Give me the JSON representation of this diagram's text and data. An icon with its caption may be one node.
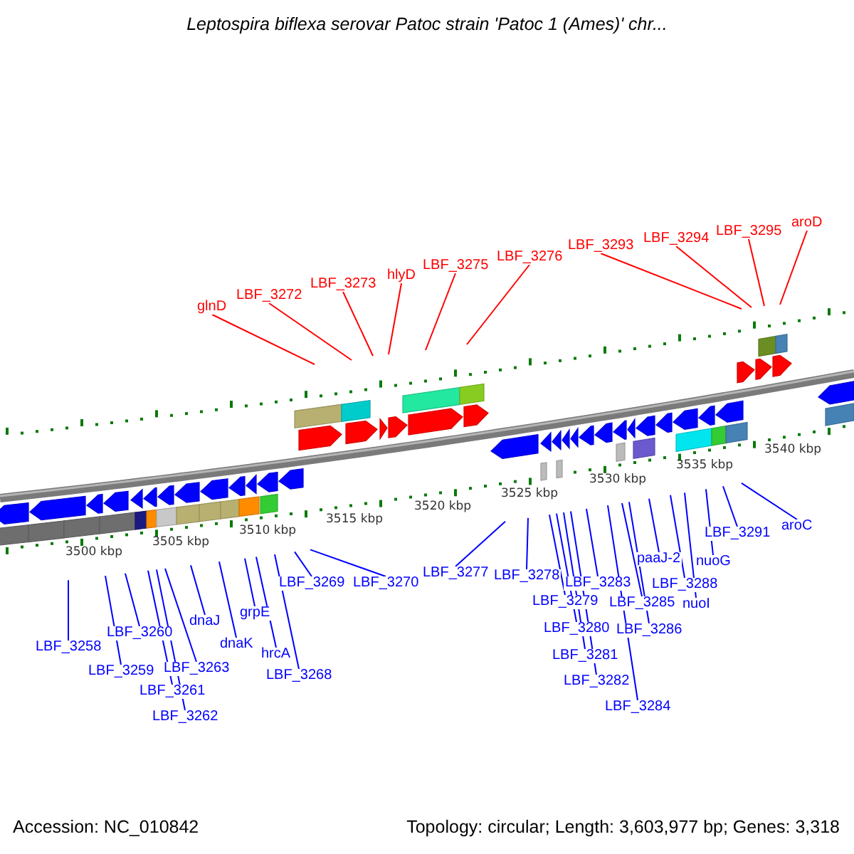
{
  "diagram": {
    "title": "Leptospira biflexa serovar Patoc strain 'Patoc 1 (Ames)' chr...",
    "nodes": [
      {
        "text": [
          "glnD"
        ]
      },
      {
        "text": [
          "LBF_3272"
        ]
      },
      {
        "text": [
          "LBF_3273"
        ]
      },
      {
        "text": [
          "hlyD"
        ]
      },
      {
        "text": [
          "LBF_3275"
        ]
      },
      {
        "text": [
          "LBF_3276"
        ]
      },
      {
        "text": [
          "LBF_3293"
        ]
      },
      {
        "text": [
          "LBF_3294"
        ]
      },
      {
        "text": [
          "LBF_3295"
        ]
      },
      {
        "text": [
          "aroD"
        ]
      },
      {
        "text": [
          "LBF_3258"
        ]
      },
      {
        "text": [
          "LBF_3259"
        ]
      },
      {
        "text": [
          "LBF_3260"
        ]
      },
      {
        "text": [
          "LBF_3261"
        ]
      },
      {
        "text": [
          "LBF_3262"
        ]
      },
      {
        "text": [
          "LBF_3263"
        ]
      },
      {
        "text": [
          "dnaJ"
        ]
      },
      {
        "text": [
          "dnaK"
        ]
      },
      {
        "text": [
          "grpE"
        ]
      },
      {
        "text": [
          "hrcA"
        ]
      },
      {
        "text": [
          "LBF_3268"
        ]
      },
      {
        "text": [
          "LBF_3269"
        ]
      },
      {
        "text": [
          "LBF_3270"
        ]
      },
      {
        "text": [
          "LBF_3277"
        ]
      },
      {
        "text": [
          "LBF_3278"
        ]
      },
      {
        "text": [
          "LBF_3279"
        ]
      },
      {
        "text": [
          "LBF_3280"
        ]
      },
      {
        "text": [
          "LBF_3281"
        ]
      },
      {
        "text": [
          "LBF_3282"
        ]
      },
      {
        "text": [
          "LBF_3283"
        ]
      },
      {
        "text": [
          "LBF_3284"
        ]
      },
      {
        "text": [
          "LBF_3285"
        ]
      },
      {
        "text": [
          "LBF_3286"
        ]
      },
      {
        "text": [
          "paaJ-2"
        ]
      },
      {
        "text": [
          "LBF_3288"
        ]
      },
      {
        "text": [
          "nuoI"
        ]
      },
      {
        "text": [
          "nuoG"
        ]
      },
      {
        "text": [
          "LBF_3291"
        ]
      },
      {
        "text": [
          "aroC"
        ]
      }
    ],
    "edges": [
      {
        "from": 0,
        "to": null,
        "arrow": "none",
        "color": "#ff0000"
      },
      {
        "from": 1,
        "to": null,
        "arrow": "none",
        "color": "#ff0000"
      },
      {
        "from": 2,
        "to": null,
        "arrow": "none",
        "color": "#ff0000"
      },
      {
        "from": 3,
        "to": null,
        "arrow": "none",
        "color": "#ff0000"
      },
      {
        "from": 4,
        "to": null,
        "arrow": "none",
        "color": "#ff0000"
      },
      {
        "from": 5,
        "to": null,
        "arrow": "none",
        "color": "#ff0000"
      },
      {
        "from": 6,
        "to": null,
        "arrow": "none",
        "color": "#ff0000"
      },
      {
        "from": 7,
        "to": null,
        "arrow": "none",
        "color": "#ff0000"
      },
      {
        "from": 8,
        "to": null,
        "arrow": "none",
        "color": "#ff0000"
      },
      {
        "from": 9,
        "to": null,
        "arrow": "none",
        "color": "#ff0000"
      },
      {
        "from": 10,
        "to": null,
        "arrow": "none"
      },
      {
        "from": 11,
        "to": null,
        "arrow": "none"
      },
      {
        "from": 12,
        "to": null,
        "arrow": "none"
      },
      {
        "from": 13,
        "to": null,
        "arrow": "none"
      },
      {
        "from": 14,
        "to": null,
        "arrow": "none"
      },
      {
        "from": 15,
        "to": null,
        "arrow": "none"
      },
      {
        "from": 16,
        "to": null,
        "arrow": "none"
      },
      {
        "from": 17,
        "to": null,
        "arrow": "none"
      },
      {
        "from": 18,
        "to": null,
        "arrow": "none"
      },
      {
        "from": 19,
        "to": null,
        "arrow": "none"
      },
      {
        "from": 20,
        "to": null,
        "arrow": "none"
      },
      {
        "from": 21,
        "to": null,
        "arrow": "none"
      },
      {
        "from": 22,
        "to": null,
        "arrow": "none"
      },
      {
        "from": 23,
        "to": null,
        "arrow": "none"
      },
      {
        "from": 24,
        "to": null,
        "arrow": "none"
      },
      {
        "from": 25,
        "to": null,
        "arrow": "none"
      },
      {
        "from": 26,
        "to": null,
        "arrow": "none"
      },
      {
        "from": 27,
        "to": null,
        "arrow": "none"
      },
      {
        "from": 28,
        "to": null,
        "arrow": "none"
      },
      {
        "from": 29,
        "to": null,
        "arrow": "none"
      },
      {
        "from": 30,
        "to": null,
        "arrow": "none"
      },
      {
        "from": 31,
        "to": null,
        "arrow": "none"
      },
      {
        "from": 32,
        "to": null,
        "arrow": "none"
      },
      {
        "from": 33,
        "to": null,
        "arrow": "none"
      },
      {
        "from": 34,
        "to": null,
        "arrow": "none"
      },
      {
        "from": 35,
        "to": null,
        "arrow": "none"
      },
      {
        "from": 36,
        "to": null,
        "arrow": "none"
      },
      {
        "from": 37,
        "to": null,
        "arrow": "none"
      },
      {
        "from": 38,
        "to": null,
        "arrow": "none"
      }
    ],
    "labels": [
      "3500 kbp",
      "3505 kbp",
      "3510 kbp",
      "3515 kbp",
      "3520 kbp",
      "3525 kbp",
      "3530 kbp",
      "3535 kbp",
      "3540 kbp",
      "Accession: NC_010842",
      "Topology: circular; Length: 3,603,977 bp; Genes: 3,318"
    ]
  }
}
